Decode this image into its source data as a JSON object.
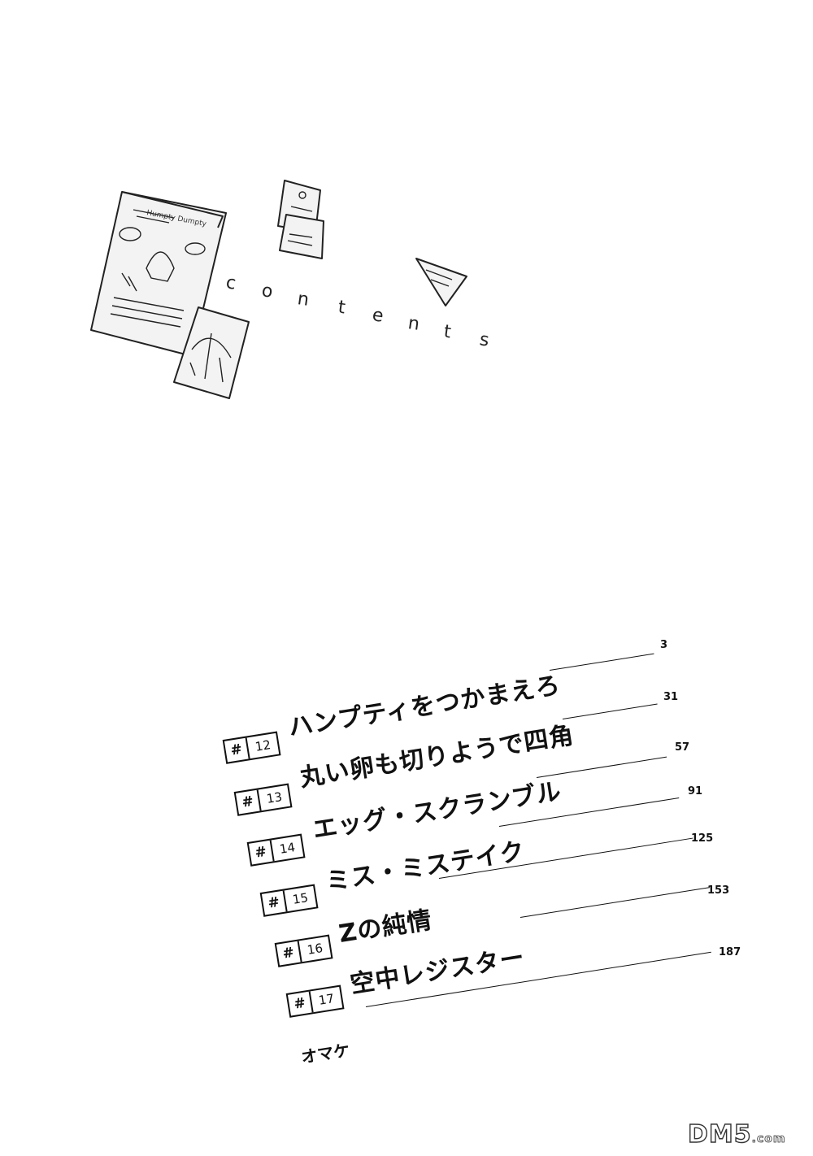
{
  "contents_heading": [
    "c",
    "o",
    "n",
    "t",
    "e",
    "n",
    "t",
    "s"
  ],
  "illustration": {
    "main_sheet_title": "Humpty Dumpty",
    "decor_icon": "sketch-notes-icon"
  },
  "toc": {
    "chapters": [
      {
        "hash": "#",
        "number": "12",
        "title": "ハンプティをつかまえろ",
        "page": "3"
      },
      {
        "hash": "#",
        "number": "13",
        "title": "丸い卵も切りようで四角",
        "page": "31"
      },
      {
        "hash": "#",
        "number": "14",
        "title": "エッグ・スクランブル",
        "page": "57"
      },
      {
        "hash": "#",
        "number": "15",
        "title": "ミス・ミステイク",
        "page": "91"
      },
      {
        "hash": "#",
        "number": "16",
        "title": "Zの純情",
        "page": "125"
      },
      {
        "hash": "#",
        "number": "17",
        "title": "空中レジスター",
        "page": "153"
      }
    ],
    "extra": {
      "title": "オマケ",
      "page": "187"
    }
  },
  "watermark": {
    "main": "DM5",
    "suffix": ".com"
  }
}
